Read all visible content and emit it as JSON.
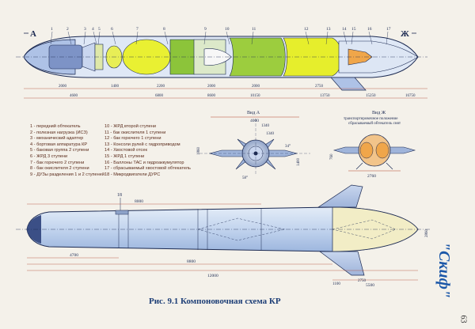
{
  "top_view": {
    "end_labels": {
      "front": "А",
      "rear": "Ж"
    },
    "part_numbers": [
      "1",
      "2",
      "3",
      "4",
      "5",
      "6",
      "7",
      "8",
      "9",
      "10",
      "11",
      "12",
      "13",
      "14",
      "15",
      "16",
      "17"
    ],
    "lower_dims": [
      "2000",
      "1400",
      "2200",
      "2000",
      "2000",
      "2750"
    ],
    "lower_dims2": [
      "4600",
      "6800",
      "8600",
      "10150",
      "13750",
      "15250",
      "16750"
    ]
  },
  "view_a": {
    "title": "Вид А",
    "dims": [
      "4000",
      "1340",
      "1340",
      "1860",
      "1400",
      "34°",
      "58°"
    ]
  },
  "view_zh": {
    "title": "Вид Ж",
    "subtitle_line1": "транспортировочное положение",
    "subtitle_line2": "сбрасываемый обтекатель снят",
    "dims": [
      "760",
      "2760"
    ]
  },
  "legend": {
    "col1": [
      "1 - передний обтекатель",
      "2 - полезная нагрузка (ИСЗ)",
      "3 - механический адаптер",
      "4 - бортовая аппаратура КР",
      "5 - баковая группа 2 ступени",
      "6 - ЖРД 3 ступени",
      "7 - бак горючего 2 ступени",
      "8 - бак окислителя 2 ступени",
      "9 - ДУЗы разделения 1 и 2 ступеней"
    ],
    "col2": [
      "10 - ЖРД второй ступени",
      "11 - бак окислителя 1 ступени",
      "12 - бак горючего 1 ступени",
      "13 - Консоли рулей с гидроприводом",
      "14 - Хвостовой отсек",
      "15 - ЖРД 1 ступени",
      "16 - Баллоны ТАС и гидроаккумулятор",
      "17 - сбрасываемый хвостовой обтекатель",
      "18 - Микродвигатели ДУРС"
    ]
  },
  "bottom_view": {
    "part_label": "18",
    "dims": [
      "8000",
      "4700",
      "8800",
      "12000",
      "5500",
      "1100",
      "2750",
      "2860"
    ]
  },
  "caption": "Рис. 9.1 Компоновочная схема КР",
  "side_brand": "\"Скиф\"",
  "page_number": "63",
  "colors": {
    "yellow_tank": "#e6ee2c",
    "green_tank": "#8cc43a",
    "blue_body": "#bcd0ec",
    "orange_engine": "#f0a64a",
    "dim_red": "#b2452c",
    "outline": "#1c2a52",
    "caption_blue": "#1e3f77"
  }
}
